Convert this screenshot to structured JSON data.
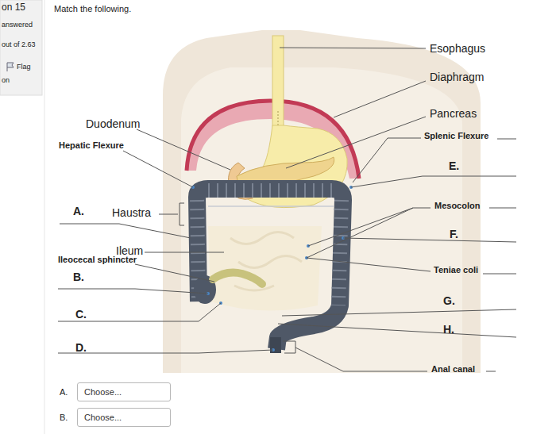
{
  "diagram": {
    "nodes": [
      {
        "text": [
          "Choose..."
        ]
      },
      {
        "text": [
          "Choose..."
        ]
      }
    ],
    "labels": [
      "on 15",
      "answered",
      "out of 2.63",
      "Flag",
      "on",
      "Match the following.",
      "Esophagus",
      "Diaphragm",
      "Pancreas",
      "Splenic Flexure",
      "E.",
      "Mesocolon",
      "F.",
      "Teniae coli",
      "G.",
      "H.",
      "Anal canal",
      "Duodenum",
      "Hepatic Flexure",
      "A.",
      "Haustra",
      "Ileum",
      "Ileocecal sphincter",
      "B.",
      "C.",
      "D.",
      "A.",
      "B."
    ]
  }
}
